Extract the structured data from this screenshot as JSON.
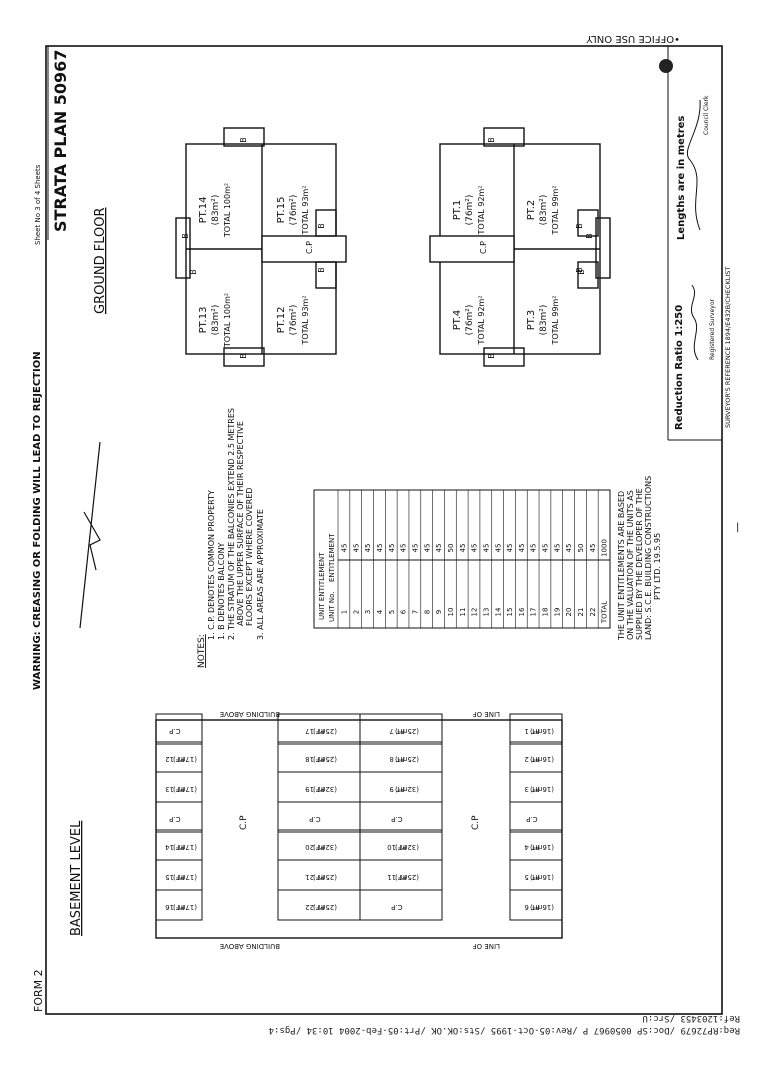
{
  "header": {
    "office_use": "•OFFICE USE ONLY",
    "warning": "WARNING: CREASING OR FOLDING WILL LEAD TO REJECTION",
    "sheet": "Sheet No  3  of  4  Sheets",
    "form": "FORM 2"
  },
  "title_block": {
    "plan_title": "STRATA PLAN  50967",
    "lengths": "Lengths are in metres",
    "reduction": "Reduction Ratio 1:250",
    "reg_surveyor": "Registered Surveyor",
    "council_clerk": "Council Clerk",
    "surveyor_ref": "SURVEYOR'S REFERENCE  1894/E432B/CHECKLIST",
    "signature_1": "Surveyor signature",
    "signature_2": "Council Clerk signature"
  },
  "ground_floor": {
    "heading": "GROUND FLOOR",
    "lots": [
      {
        "id": "pt13",
        "name": "PT.13",
        "area": "(83m²)",
        "total": "TOTAL 100m²"
      },
      {
        "id": "pt14",
        "name": "PT.14",
        "area": "(83m²)",
        "total": "TOTAL 100m²"
      },
      {
        "id": "pt12",
        "name": "PT.12",
        "area": "(76m²)",
        "total": "TOTAL 93m²"
      },
      {
        "id": "pt15",
        "name": "PT.15",
        "area": "(76m²)",
        "total": "TOTAL 93m²"
      },
      {
        "id": "pt4",
        "name": "PT.4",
        "area": "(76m²)",
        "total": "TOTAL 92m²"
      },
      {
        "id": "pt1",
        "name": "PT.1",
        "area": "(76m²)",
        "total": "TOTAL 92m²"
      },
      {
        "id": "pt3",
        "name": "PT.3",
        "area": "(83m²)",
        "total": "TOTAL 99m²"
      },
      {
        "id": "pt2",
        "name": "PT.2",
        "area": "(83m²)",
        "total": "TOTAL 99m²"
      }
    ],
    "balcony_mark": "B",
    "cp_mark": "C.P"
  },
  "notes": {
    "heading": "NOTES:",
    "items": [
      "1.  C.P. DENOTES COMMON PROPERTY",
      "1.  B  DENOTES BALCONY",
      "2.  THE STRATUM OF THE BALCONIES EXTEND 2.5 METRES",
      "ABOVE THE UPPER SURFACE OF THEIR RESPECTIVE",
      "FLOORS EXCEPT WHERE COVERED",
      "3.  ALL AREAS ARE APPROXIMATE"
    ]
  },
  "unit_entitlement": {
    "title": "UNIT ENTITLEMENT",
    "col_unit": "UNIT No.",
    "col_ent": "ENTITLEMENT",
    "rows": [
      [
        "1",
        "45"
      ],
      [
        "2",
        "45"
      ],
      [
        "3",
        "45"
      ],
      [
        "4",
        "45"
      ],
      [
        "5",
        "45"
      ],
      [
        "6",
        "45"
      ],
      [
        "7",
        "45"
      ],
      [
        "8",
        "45"
      ],
      [
        "9",
        "45"
      ],
      [
        "10",
        "50"
      ],
      [
        "11",
        "45"
      ],
      [
        "12",
        "45"
      ],
      [
        "13",
        "45"
      ],
      [
        "14",
        "45"
      ],
      [
        "15",
        "45"
      ],
      [
        "16",
        "45"
      ],
      [
        "17",
        "45"
      ],
      [
        "18",
        "45"
      ],
      [
        "19",
        "45"
      ],
      [
        "20",
        "45"
      ],
      [
        "21",
        "50"
      ],
      [
        "22",
        "45"
      ],
      [
        "TOTAL",
        "1000"
      ]
    ]
  },
  "valuation": {
    "lines": [
      "THE UNIT ENTITLEMENTS ARE BASED",
      "ON THE VALUATION OF THE UNITS AS",
      "SUPPLIED BY THE DEVELOPER OF THE",
      "LAND:      S.C.E. BUILDING CONSTRUCTIONS",
      "PTY LTD.   19.5.95"
    ]
  },
  "basement": {
    "heading": "BASEMENT LEVEL",
    "building_above": "BUILDING ABOVE",
    "line_of": "LINE OF",
    "cp": "C.P",
    "top_spaces": [
      {
        "name": "PT 16",
        "area": "(17m²)"
      },
      {
        "name": "PT 15",
        "area": "(17m²)"
      },
      {
        "name": "PT 14",
        "area": "(17m²)"
      },
      {
        "name": "C.P",
        "area": ""
      },
      {
        "name": "PT 13",
        "area": "(17m²)"
      },
      {
        "name": "PT 12",
        "area": "(17m²)"
      },
      {
        "name": "C.P",
        "area": ""
      }
    ],
    "mid_left": [
      {
        "name": "PT 22",
        "area": "(25m²)"
      },
      {
        "name": "PT 21",
        "area": "(25m²)"
      },
      {
        "name": "PT 20",
        "area": "(32m²)"
      },
      {
        "name": "C.P",
        "area": ""
      },
      {
        "name": "PT 19",
        "area": "(32m²)"
      },
      {
        "name": "PT 18",
        "area": "(25m²)"
      },
      {
        "name": "PT 17",
        "area": "(25m²)"
      }
    ],
    "mid_right": [
      {
        "name": "C.P",
        "area": ""
      },
      {
        "name": "PT 11",
        "area": "(25m²)"
      },
      {
        "name": "PT 10",
        "area": "(32m²)"
      },
      {
        "name": "C.P",
        "area": ""
      },
      {
        "name": "PT 9",
        "area": "(32m²)"
      },
      {
        "name": "PT 8",
        "area": "(25m²)"
      },
      {
        "name": "PT 7",
        "area": "(25m²)"
      }
    ],
    "bottom_spaces": [
      {
        "name": "PT 6",
        "area": "(16m²)"
      },
      {
        "name": "PT 5",
        "area": "(16m²)"
      },
      {
        "name": "PT 4",
        "area": "(16m²)"
      },
      {
        "name": "C.P",
        "area": ""
      },
      {
        "name": "PT 3",
        "area": "(16m²)"
      },
      {
        "name": "PT 2",
        "area": "(16m²)"
      },
      {
        "name": "PT 1",
        "area": "(16m²)"
      }
    ]
  },
  "footer": {
    "ref_line_1": "Req:RP72679 /Doc:SP 0050967 P /Rev:05-Oct-1995 /Sts:OK.OK /Prt:05-Feb-2004 10:34 /Pgs:4",
    "ref_line_2": "Ref:1203453 /Src:U"
  }
}
